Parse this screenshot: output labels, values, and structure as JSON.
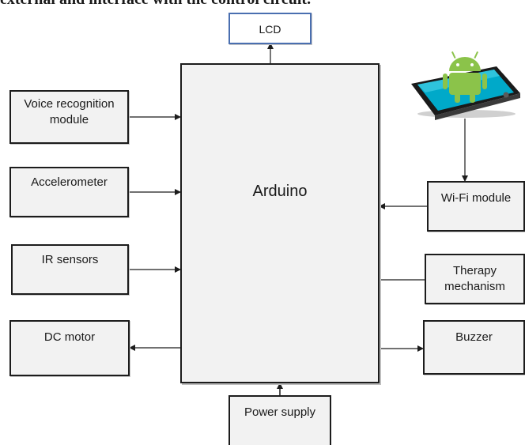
{
  "caption": "external and interface with the control circuit.",
  "blocks": {
    "lcd": "LCD",
    "arduino": "Arduino",
    "voice": "Voice recognition module",
    "accelerometer": "Accelerometer",
    "ir": "IR sensors",
    "dc_motor": "DC motor",
    "wifi": "Wi-Fi module",
    "therapy": "Therapy mechanism",
    "buzzer": "Buzzer",
    "power": "Power supply"
  },
  "colors": {
    "lcd_border": "#4a6fb0",
    "android": "#8bc34a",
    "phone_screen": "#00bcd4"
  },
  "icons": [
    "android-smartphone-icon"
  ]
}
